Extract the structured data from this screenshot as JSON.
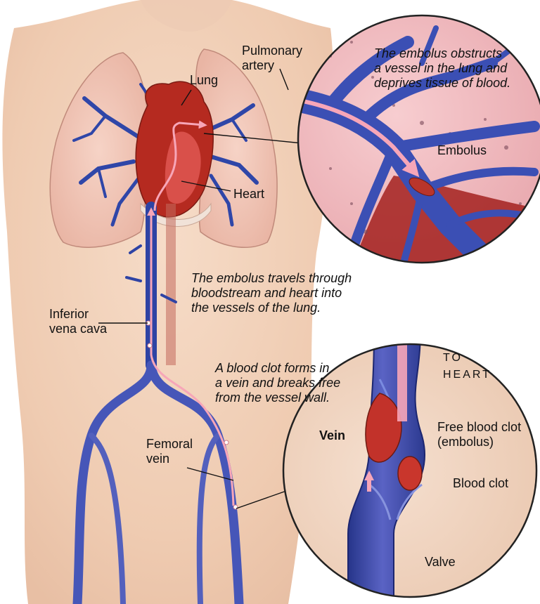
{
  "labels": {
    "pulmonary_artery": [
      "Pulmonary",
      "artery"
    ],
    "lung": "Lung",
    "heart": "Heart",
    "embolus": "Embolus",
    "inferior_vena_cava": [
      "Inferior",
      "vena cava"
    ],
    "femoral_vein": [
      "Femoral",
      "vein"
    ],
    "vein": "Vein",
    "to_heart": [
      "TO",
      "HEART"
    ],
    "free_blood_clot": [
      "Free blood clot",
      "(embolus)"
    ],
    "blood_clot": "Blood clot",
    "valve": "Valve"
  },
  "captions": {
    "lung_obstruction": [
      "The embolus obstructs",
      "a vessel in the lung and",
      "deprives tissue of blood."
    ],
    "travel": [
      "The embolus travels through",
      "bloodstream and heart into",
      "the vessels of the lung."
    ],
    "clot_forms": [
      "A blood clot forms in",
      "a vein and breaks free",
      "from the vessel wall."
    ]
  },
  "colors": {
    "skin": "#f1d2bb",
    "lung": "#efc2b3",
    "vein": "#3a4fb0",
    "blood": "#c62a1e",
    "flow_arrow": "#f7a6b8"
  }
}
